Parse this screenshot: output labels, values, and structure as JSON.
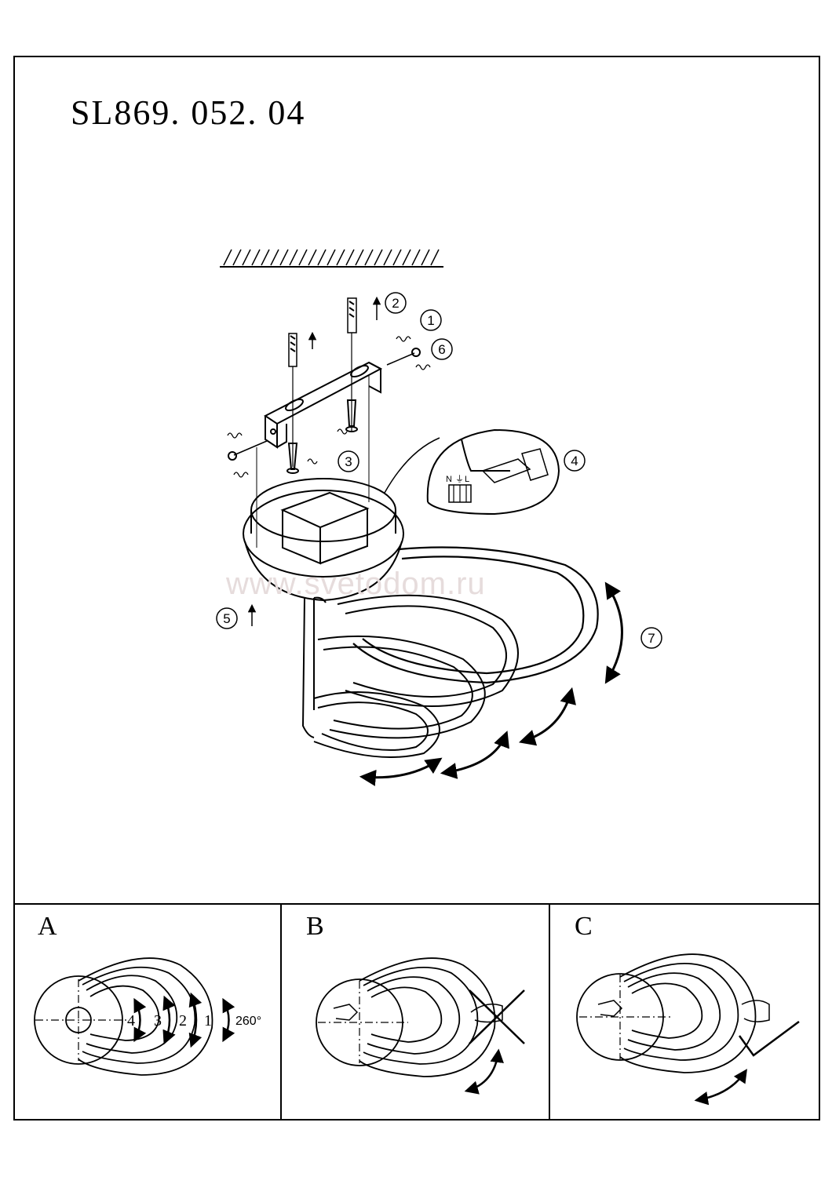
{
  "title": "SL869. 052. 04",
  "watermark": "www.svetodom.ru",
  "steps": [
    "①",
    "②",
    "③",
    "④",
    "⑤",
    "⑥",
    "⑦"
  ],
  "wiring_labels": [
    "N",
    "⏚",
    "L"
  ],
  "panels": {
    "a": {
      "letter": "A",
      "ring_numbers": [
        "4",
        "3",
        "2",
        "1"
      ],
      "angle": "260°"
    },
    "b": {
      "letter": "B"
    },
    "c": {
      "letter": "C"
    }
  }
}
